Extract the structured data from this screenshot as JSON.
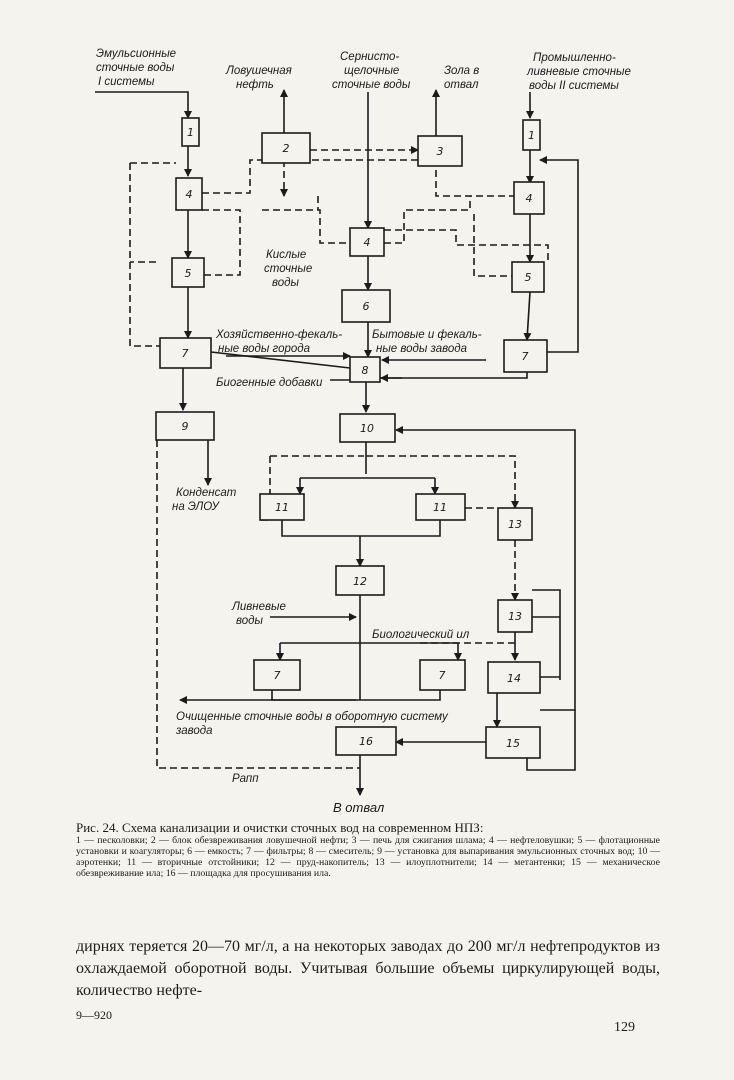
{
  "diagram": {
    "inputs": {
      "emulsion_water": [
        "Эмульсионные",
        "сточные воды",
        "I системы"
      ],
      "trap_oil": [
        "Ловушечная",
        "нефть"
      ],
      "sulfur_alkaline": [
        "Сернисто-",
        "щелочные",
        "сточные воды"
      ],
      "ash": [
        "Зола в",
        "отвал"
      ],
      "industrial_storm": [
        "Промышленно-",
        "ливневые сточные",
        "воды II системы"
      ]
    },
    "acid_water": [
      "Кислые",
      "сточные",
      "воды"
    ],
    "domestic_city": [
      "Хозяйственно-фекаль-",
      "ные воды города"
    ],
    "domestic_plant": [
      "Бытовые и фекаль-",
      "ные воды завода"
    ],
    "biogenic": "Биогенные добавки",
    "condensate": [
      "Конденсат",
      "на ЭЛОУ"
    ],
    "storm_water": [
      "Ливневые",
      "воды"
    ],
    "bio_sludge": "Биологический ил",
    "treated_water": [
      "Очищенные сточные воды в оборотную систему",
      "завода"
    ],
    "rapp": "Рапп",
    "dump": "В отвал",
    "box_numbers": {
      "b1a": "1",
      "b1b": "1",
      "b2": "2",
      "b3": "3",
      "b4a": "4",
      "b4b": "4",
      "b4c": "4",
      "b5a": "5",
      "b5b": "5",
      "b6": "6",
      "b7a": "7",
      "b7b": "7",
      "b7c": "7",
      "b7d": "7",
      "b8": "8",
      "b9": "9",
      "b10": "10",
      "b11a": "11",
      "b11b": "11",
      "b12": "12",
      "b13a": "13",
      "b13b": "13",
      "b14": "14",
      "b15": "15",
      "b16": "16"
    }
  },
  "caption": {
    "title": "Рис. 24. Схема канализации и очистки сточных вод на современном НПЗ:",
    "legend": "1 — песколовки; 2 — блок обезвреживания ловушечной нефти; 3 — печь для сжигания шлама; 4 — нефтеловушки; 5 — флотационные установки и коагуляторы; 6 — емкость; 7 — фильтры; 8 — смеситель; 9 — установка для выпаривания эмульсионных сточных вод; 10 — аэротенки; 11 — вторичные отстойники; 12 — пруд-накопитель; 13 — илоуплотнители; 14 — метантенки; 15 — механическое обезвреживание ила; 16 — площадка для просушивания ила."
  },
  "body_text": "дирнях теряется 20—70 мг/л, а на некоторых заводах до 200 мг/л нефтепродуктов из охлаждаемой оборотной воды. Учитывая большие объемы циркулирующей воды, количество нефте-",
  "footer": {
    "signature": "9—920",
    "page_number": "129"
  }
}
